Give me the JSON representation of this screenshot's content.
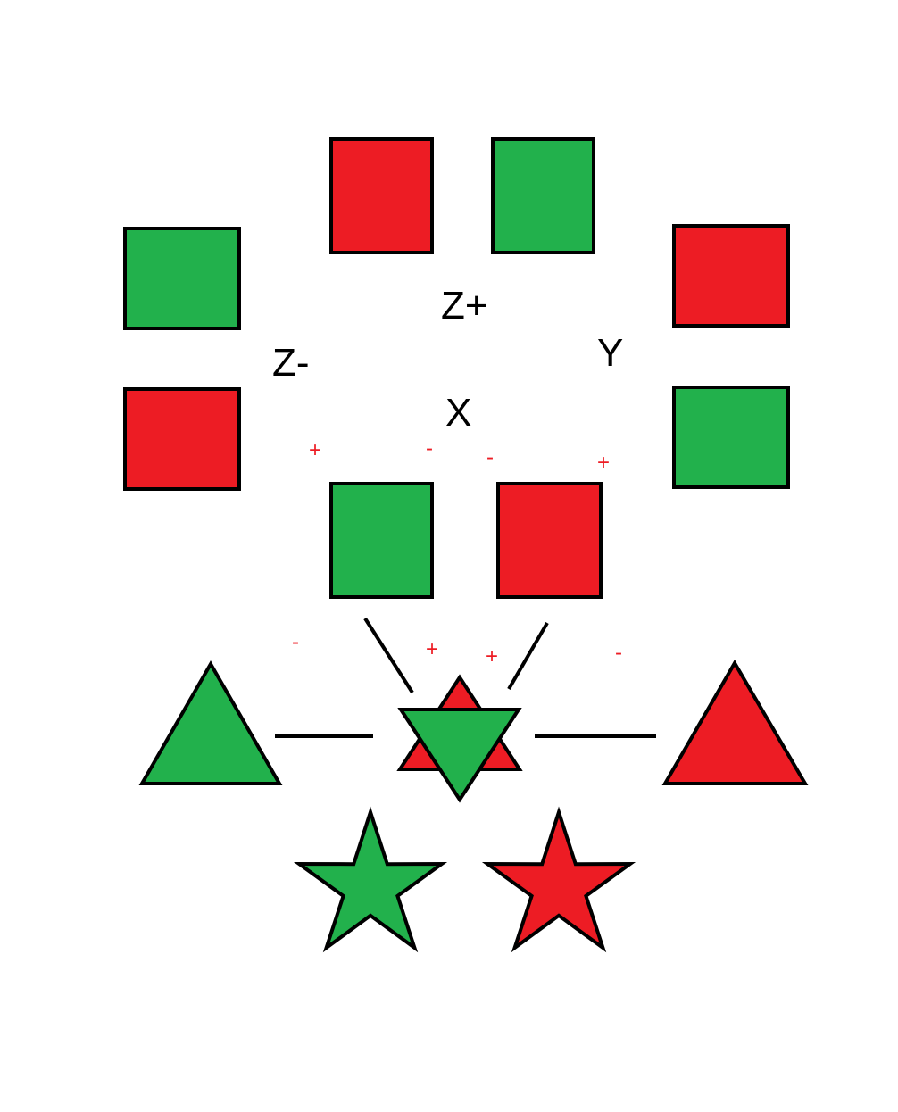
{
  "colors": {
    "red": "#ed1c24",
    "green": "#22b14c",
    "outline": "#000000"
  },
  "squares": [
    {
      "id": "top-left",
      "color": "red"
    },
    {
      "id": "top-right",
      "color": "green"
    },
    {
      "id": "left-upper",
      "color": "green"
    },
    {
      "id": "left-lower",
      "color": "red"
    },
    {
      "id": "right-upper",
      "color": "red"
    },
    {
      "id": "right-lower",
      "color": "green"
    },
    {
      "id": "bottom-left",
      "color": "green"
    },
    {
      "id": "bottom-right",
      "color": "red"
    }
  ],
  "axis_labels": {
    "z_plus": "Z+",
    "z_minus": "Z-",
    "x": "X",
    "y": "Y"
  },
  "signs": {
    "upper_1": "+",
    "upper_2": "-",
    "upper_3": "-",
    "upper_4": "+",
    "lower_1": "-",
    "lower_2": "+",
    "lower_3": "+",
    "lower_4": "-"
  },
  "triangles": [
    {
      "id": "left",
      "color": "green"
    },
    {
      "id": "center-up",
      "color": "red"
    },
    {
      "id": "center-down",
      "color": "green"
    },
    {
      "id": "right",
      "color": "red"
    }
  ],
  "stars": [
    {
      "id": "left",
      "color": "green"
    },
    {
      "id": "right",
      "color": "red"
    }
  ]
}
